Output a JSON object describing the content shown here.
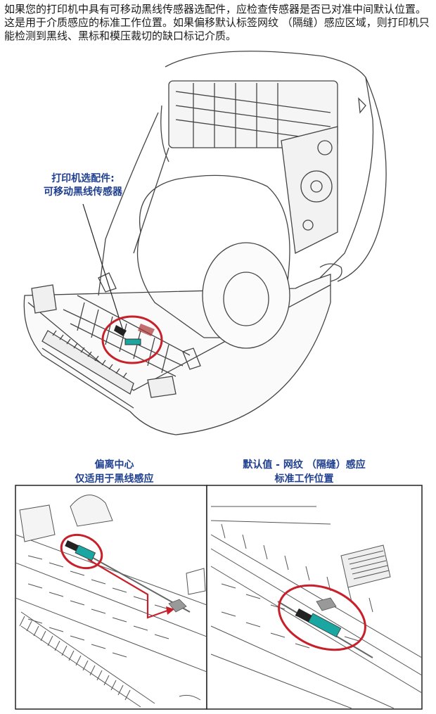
{
  "intro": {
    "text": "如果您的打印机中具有可移动黑线传感器选配件，应检查传感器是否已对准中间默认位置。这是用于介质感应的标准工作位置。如果偏移默认标签网纹 （隔缝）感应区域，则打印机只能检测到黑线、黑标和模压裁切的缺口标记介质。"
  },
  "callout": {
    "line1": "打印机选配件:",
    "line2": "可移动黑线传感器"
  },
  "left_panel": {
    "caption_line1": "偏离中心",
    "caption_line2": "仅适用于黑线感应"
  },
  "right_panel": {
    "caption_line1": "默认值 - 网纹 （隔缝）感应",
    "caption_line2": "标准工作位置"
  },
  "colors": {
    "highlight_circle": "#c8202a",
    "sensor_teal": "#1aa7a1",
    "caption_blue": "#1f3f8f",
    "line_art": "#444444"
  }
}
